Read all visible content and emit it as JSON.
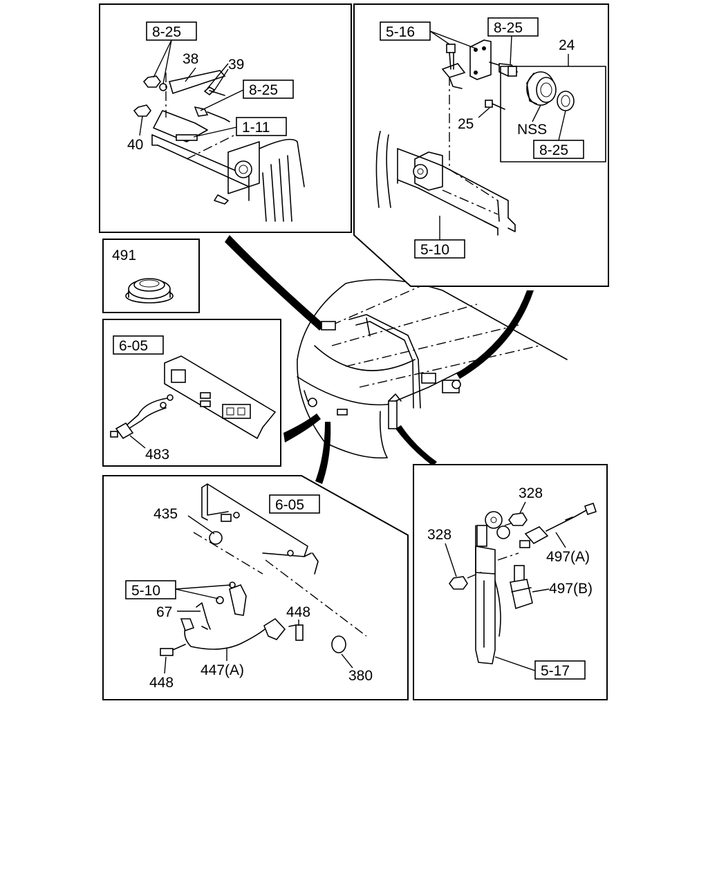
{
  "diagram": {
    "panels": {
      "top_left": {
        "refs": [
          "8-25",
          "8-25",
          "1-11"
        ],
        "labels": [
          "38",
          "39",
          "40"
        ]
      },
      "top_right": {
        "refs": [
          "5-16",
          "8-25",
          "8-25",
          "5-10"
        ],
        "labels": [
          "24",
          "25",
          "NSS"
        ]
      },
      "seal": {
        "labels": [
          "491"
        ]
      },
      "panel_switch": {
        "refs": [
          "6-05"
        ],
        "labels": [
          "483"
        ]
      },
      "bottom_left": {
        "refs": [
          "6-05",
          "5-10"
        ],
        "labels": [
          "435",
          "67",
          "448",
          "448",
          "447(A)",
          "380"
        ]
      },
      "bottom_right": {
        "refs": [
          "5-17"
        ],
        "labels": [
          "328",
          "328",
          "497(A)",
          "497(B)"
        ]
      }
    }
  }
}
